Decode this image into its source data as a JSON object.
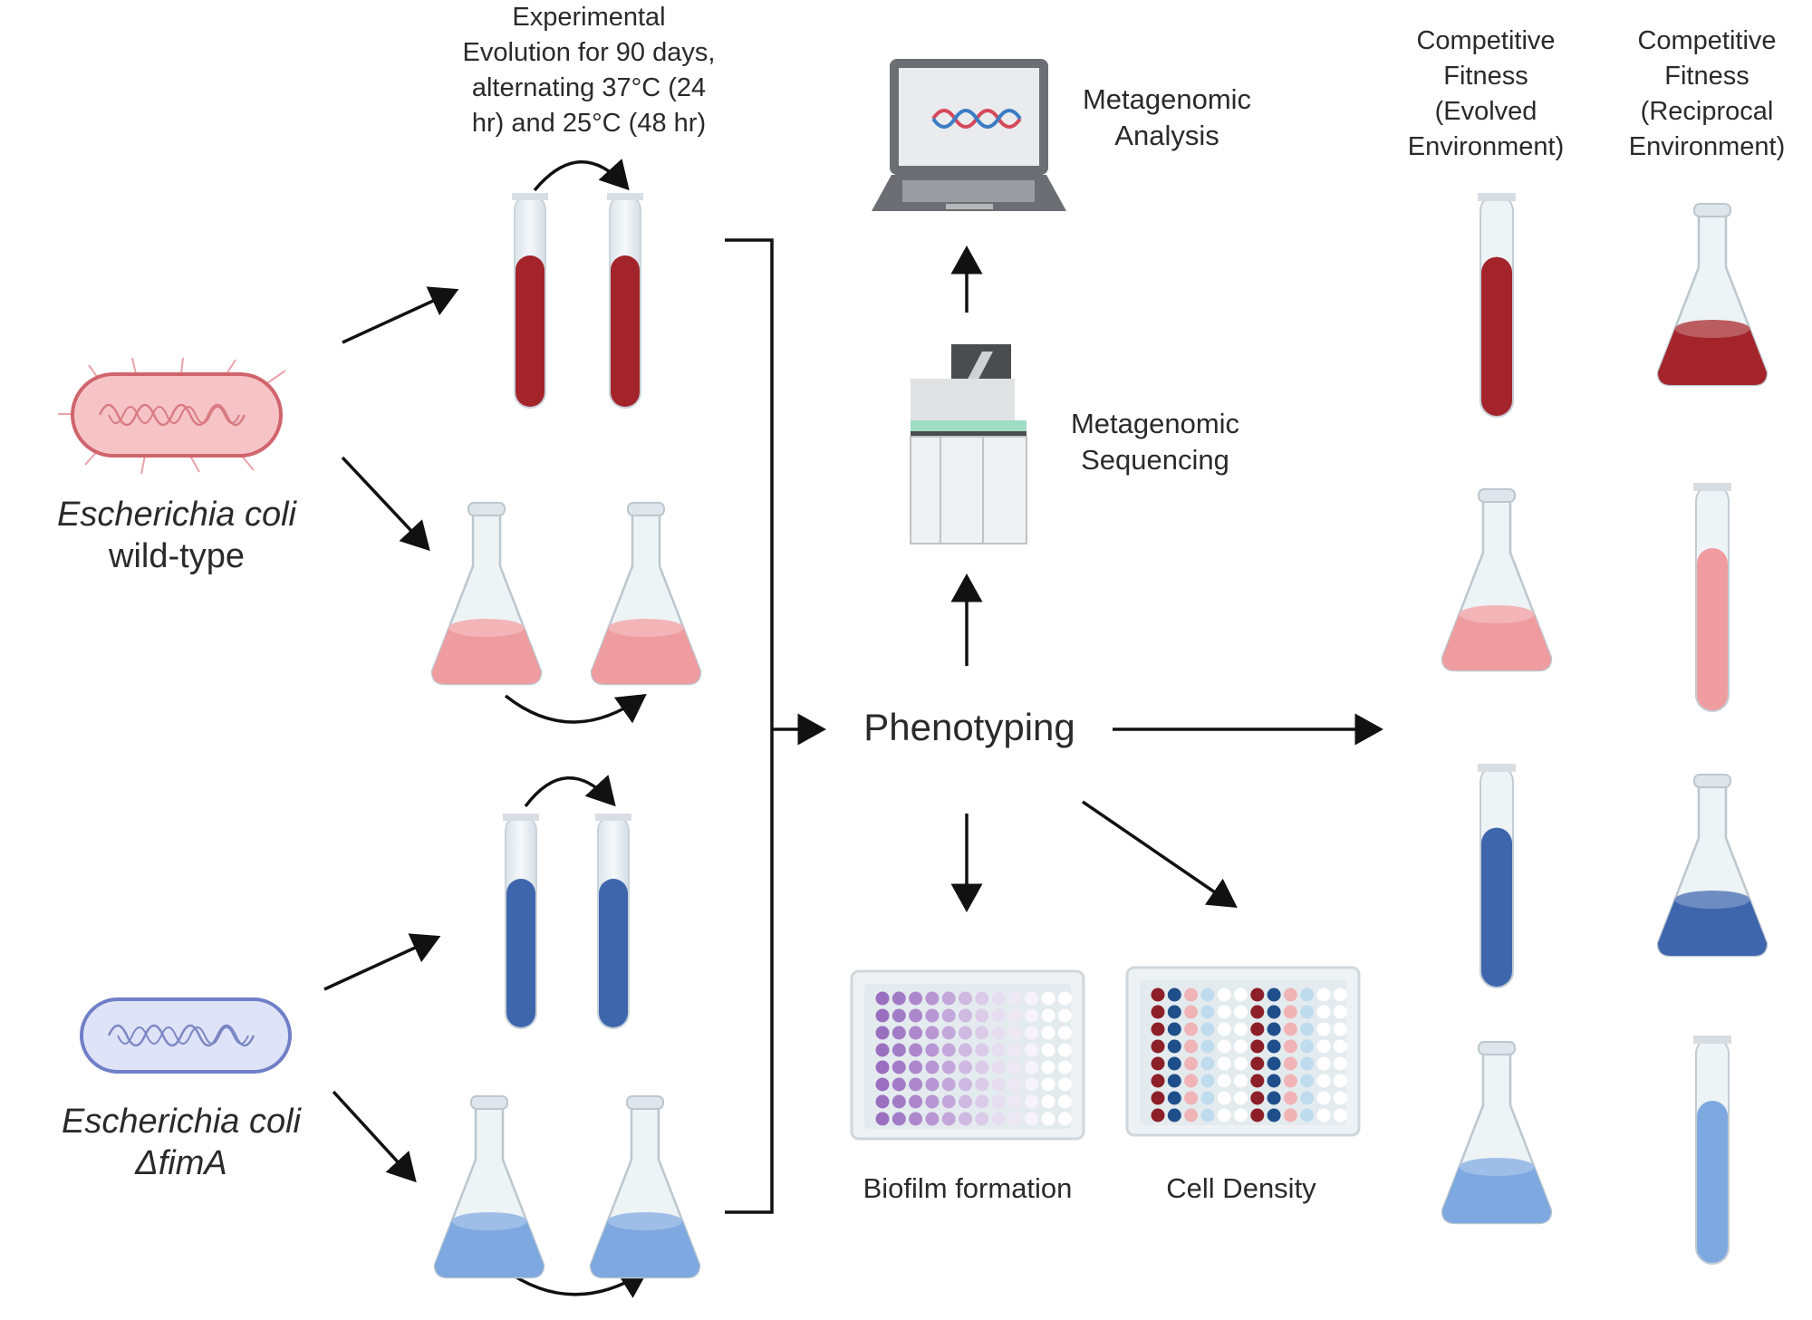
{
  "title_block": {
    "lines": [
      "Experimental",
      "Evolution for 90 days,",
      "alternating 37°C (24",
      "hr) and 25°C (48 hr)"
    ]
  },
  "strains": [
    {
      "name": "Escherichia coli",
      "variant": "wild-type",
      "color": "#e58a92",
      "fill": "#f6c4c7"
    },
    {
      "name": "Escherichia coli",
      "variant": "ΔfimA",
      "color": "#6f7fc7",
      "fill": "#dfe3f7"
    }
  ],
  "conditions": [
    {
      "vessel": "test-tube",
      "strain": "wild-type",
      "liquid_color": "#a3252b"
    },
    {
      "vessel": "flask",
      "strain": "wild-type",
      "liquid_color": "#ef9ca0"
    },
    {
      "vessel": "test-tube",
      "strain": "ΔfimA",
      "liquid_color": "#3e66ad"
    },
    {
      "vessel": "flask",
      "strain": "ΔfimA",
      "liquid_color": "#7ea8e0"
    }
  ],
  "center": {
    "phenotyping": "Phenotyping",
    "sequencing": [
      "Metagenomic",
      "Sequencing"
    ],
    "analysis": [
      "Metagenomic",
      "Analysis"
    ],
    "biofilm": "Biofilm formation",
    "cell_density": "Cell Density"
  },
  "fitness": {
    "evolved": [
      "Competitive",
      "Fitness",
      "(Evolved",
      "Environment)"
    ],
    "reciprocal": [
      "Competitive",
      "Fitness",
      "(Reciprocal",
      "Environment)"
    ],
    "rows": [
      {
        "evolved": "test-tube",
        "evolved_color": "#a3252b",
        "reciprocal": "flask",
        "reciprocal_color": "#a3252b"
      },
      {
        "evolved": "flask",
        "evolved_color": "#ef9ca0",
        "reciprocal": "test-tube",
        "reciprocal_color": "#ef9ca0"
      },
      {
        "evolved": "test-tube",
        "evolved_color": "#3e66ad",
        "reciprocal": "flask",
        "reciprocal_color": "#3e66ad"
      },
      {
        "evolved": "flask",
        "evolved_color": "#7ea8e0",
        "reciprocal": "test-tube",
        "reciprocal_color": "#7ea8e0"
      }
    ]
  },
  "plates": {
    "biofilm_column_colors": [
      "#9b6fbf",
      "#a27bc6",
      "#ad87cc",
      "#b896d3",
      "#c3a7da",
      "#cfb8e1",
      "#dbcbe9",
      "#e6ddf0",
      "#eee8f5",
      "#f6f3fa",
      "#ffffff",
      "#ffffff"
    ],
    "density_column_colors": [
      "#8c1f28",
      "#1f4f8a",
      "#f0b3b6",
      "#bfdcef",
      "#ffffff",
      "#ffffff",
      "#8c1f28",
      "#1f4f8a",
      "#f0b3b6",
      "#bfdcef",
      "#ffffff",
      "#ffffff"
    ]
  }
}
